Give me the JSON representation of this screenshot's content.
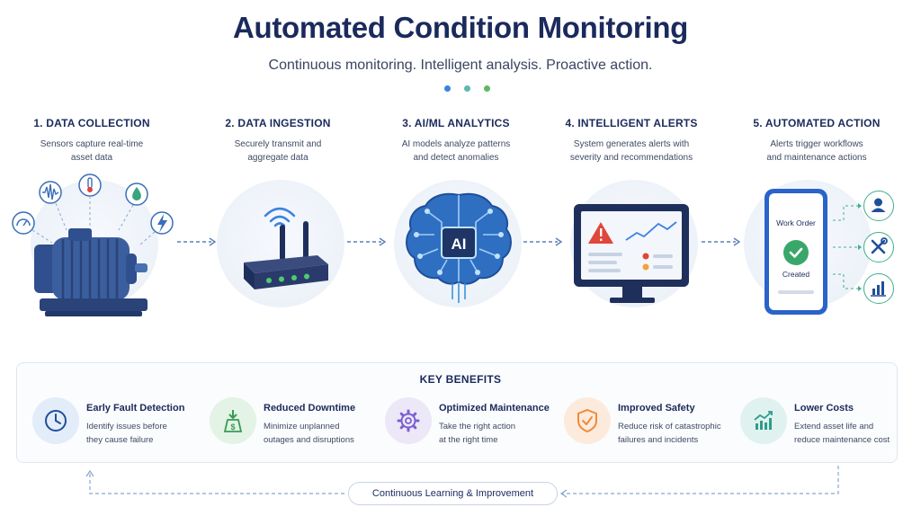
{
  "header": {
    "title": "Automated Condition Monitoring",
    "subtitle": "Continuous monitoring. Intelligent analysis. Proactive action."
  },
  "colors": {
    "navy": "#1b2a5c",
    "blue": "#3b82e0",
    "teal": "#5fb8b0",
    "green": "#62b861",
    "red": "#e0463a",
    "orange": "#f08a3a",
    "purple": "#7b61d1"
  },
  "steps": [
    {
      "title": "1. DATA COLLECTION",
      "desc1": "Sensors capture real-time",
      "desc2": "asset data",
      "icon": "motor-with-sensors-icon"
    },
    {
      "title": "2. DATA INGESTION",
      "desc1": "Securely transmit and",
      "desc2": "aggregate data",
      "icon": "router-icon"
    },
    {
      "title": "3. AI/ML ANALYTICS",
      "desc1": "AI models analyze patterns",
      "desc2": "and detect anomalies",
      "icon": "ai-brain-icon",
      "badge": "AI"
    },
    {
      "title": "4. INTELLIGENT ALERTS",
      "desc1": "System generates alerts with",
      "desc2": "severity and recommendations",
      "icon": "alert-monitor-icon"
    },
    {
      "title": "5. AUTOMATED ACTION",
      "desc1": "Alerts trigger workflows",
      "desc2": "and maintenance actions",
      "icon": "phone-work-order-icon"
    }
  ],
  "phone": {
    "heading": "Work Order",
    "status": "Created"
  },
  "benefits": {
    "title": "KEY BENEFITS",
    "items": [
      {
        "title": "Early Fault Detection",
        "desc1": "Identify issues before",
        "desc2": "they cause failure",
        "icon": "clock-icon"
      },
      {
        "title": "Reduced Downtime",
        "desc1": "Minimize unplanned",
        "desc2": "outages and disruptions",
        "icon": "money-down-icon"
      },
      {
        "title": "Optimized Maintenance",
        "desc1": "Take the right action",
        "desc2": "at the right time",
        "icon": "gear-icon"
      },
      {
        "title": "Improved Safety",
        "desc1": "Reduce risk of catastrophic",
        "desc2": "failures and incidents",
        "icon": "shield-check-icon"
      },
      {
        "title": "Lower Costs",
        "desc1": "Extend asset life and",
        "desc2": "reduce maintenance cost",
        "icon": "trend-up-chart-icon"
      }
    ]
  },
  "loop": {
    "label": "Continuous Learning & Improvement"
  }
}
